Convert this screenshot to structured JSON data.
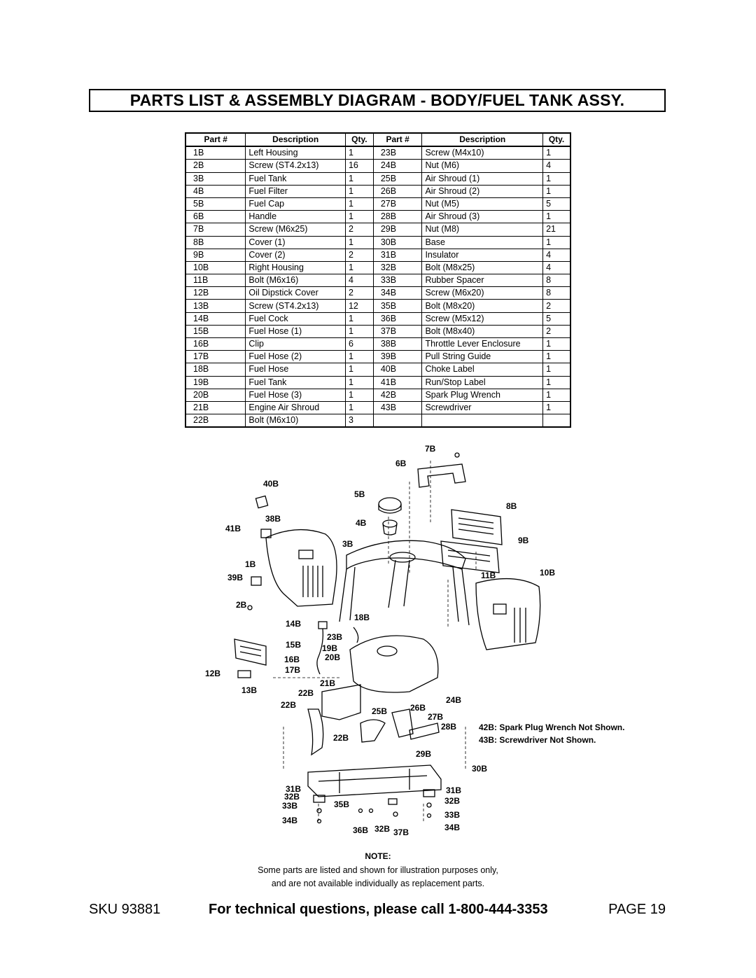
{
  "title": "PARTS LIST & ASSEMBLY DIAGRAM - BODY/FUEL TANK ASSY.",
  "table": {
    "headers": [
      "Part #",
      "Description",
      "Qty.",
      "Part #",
      "Description",
      "Qty."
    ],
    "rows": [
      [
        "1B",
        "Left Housing",
        "1",
        "23B",
        "Screw (M4x10)",
        "1"
      ],
      [
        "2B",
        "Screw (ST4.2x13)",
        "16",
        "24B",
        "Nut (M6)",
        "4"
      ],
      [
        "3B",
        "Fuel Tank",
        "1",
        "25B",
        "Air Shroud (1)",
        "1"
      ],
      [
        "4B",
        "Fuel Filter",
        "1",
        "26B",
        "Air Shroud (2)",
        "1"
      ],
      [
        "5B",
        "Fuel Cap",
        "1",
        "27B",
        "Nut (M5)",
        "5"
      ],
      [
        "6B",
        "Handle",
        "1",
        "28B",
        "Air Shroud (3)",
        "1"
      ],
      [
        "7B",
        "Screw (M6x25)",
        "2",
        "29B",
        "Nut (M8)",
        "21"
      ],
      [
        "8B",
        "Cover (1)",
        "1",
        "30B",
        "Base",
        "1"
      ],
      [
        "9B",
        "Cover (2)",
        "2",
        "31B",
        "Insulator",
        "4"
      ],
      [
        "10B",
        "Right Housing",
        "1",
        "32B",
        "Bolt (M8x25)",
        "4"
      ],
      [
        "11B",
        "Bolt (M6x16)",
        "4",
        "33B",
        "Rubber Spacer",
        "8"
      ],
      [
        "12B",
        "Oil Dipstick Cover",
        "2",
        "34B",
        "Screw (M6x20)",
        "8"
      ],
      [
        "13B",
        "Screw (ST4.2x13)",
        "12",
        "35B",
        "Bolt (M8x20)",
        "2"
      ],
      [
        "14B",
        "Fuel Cock",
        "1",
        "36B",
        "Screw (M5x12)",
        "5"
      ],
      [
        "15B",
        "Fuel Hose (1)",
        "1",
        "37B",
        "Bolt (M8x40)",
        "2"
      ],
      [
        "16B",
        "Clip",
        "6",
        "38B",
        "Throttle Lever Enclosure",
        "1"
      ],
      [
        "17B",
        "Fuel Hose (2)",
        "1",
        "39B",
        "Pull String Guide",
        "1"
      ],
      [
        "18B",
        "Fuel Hose",
        "1",
        "40B",
        "Choke Label",
        "1"
      ],
      [
        "19B",
        "Fuel Tank",
        "1",
        "41B",
        "Run/Stop Label",
        "1"
      ],
      [
        "20B",
        "Fuel Hose (3)",
        "1",
        "42B",
        "Spark Plug Wrench",
        "1"
      ],
      [
        "21B",
        "Engine Air Shroud",
        "1",
        "43B",
        "Screwdriver",
        "1"
      ],
      [
        "22B",
        "Bolt (M6x10)",
        "3",
        "",
        "",
        ""
      ]
    ]
  },
  "diagram": {
    "labels": {
      "l7b": "7B",
      "l6b": "6B",
      "l40b": "40B",
      "l5b": "5B",
      "l8b": "8B",
      "l38b": "38B",
      "l41b": "41B",
      "l4b": "4B",
      "l3b": "3B",
      "l9b": "9B",
      "l1b": "1B",
      "l39b": "39B",
      "l11b": "11B",
      "l10b": "10B",
      "l2b": "2B",
      "l18b": "18B",
      "l14b": "14B",
      "l23b": "23B",
      "l15b": "15B",
      "l19b": "19B",
      "l16b": "16B",
      "l20b": "20B",
      "l12b": "12B",
      "l17b": "17B",
      "l21b": "21B",
      "l13b": "13B",
      "l22b_a": "22B",
      "l22b_b": "22B",
      "l24b": "24B",
      "l25b": "25B",
      "l26b": "26B",
      "l27b": "27B",
      "l28b": "28B",
      "l22b_c": "22B",
      "l29b": "29B",
      "l30b": "30B",
      "l31b_a": "31B",
      "l32b_a": "32B",
      "l33b_a": "33B",
      "l34b_a": "34B",
      "l35b": "35B",
      "l36b": "36B",
      "l32b_b": "32B",
      "l37b": "37B",
      "l31b_b": "31B",
      "l32b_c": "32B",
      "l33b_b": "33B",
      "l34b_b": "34B"
    },
    "notes": [
      "42B:  Spark Plug Wrench Not Shown.",
      "43B:  Screwdriver Not Shown."
    ]
  },
  "note": {
    "heading": "NOTE:",
    "line1": "Some parts are listed and shown for illustration purposes only,",
    "line2": "and are not available individually as replacement parts."
  },
  "footer": {
    "sku": "SKU  93881",
    "tech": "For technical questions, please call 1-800-444-3353",
    "page": "PAGE 19"
  }
}
